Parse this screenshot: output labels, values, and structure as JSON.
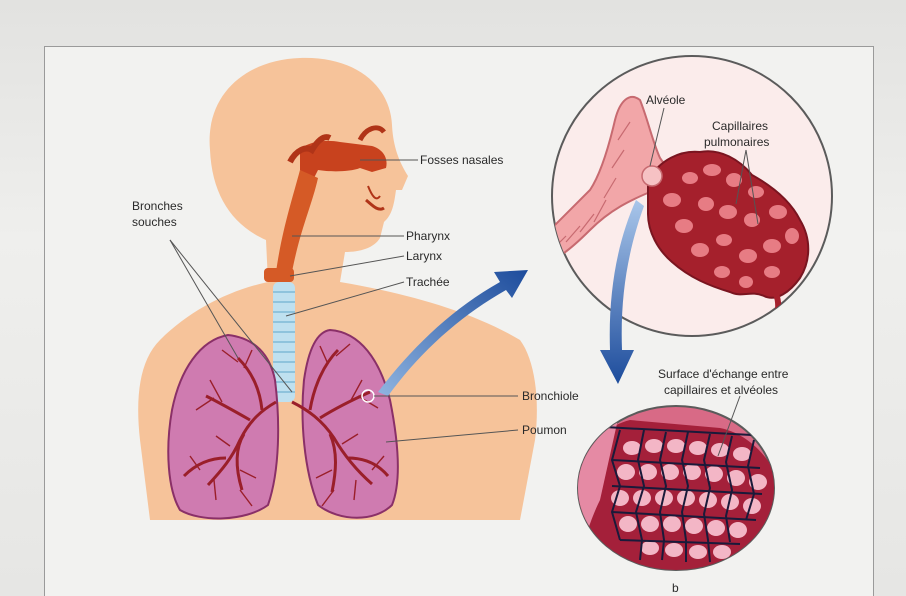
{
  "labels": {
    "fosses_nasales": "Fosses nasales",
    "pharynx": "Pharynx",
    "larynx": "Larynx",
    "trachee": "Trachée",
    "bronches_souches_1": "Bronches",
    "bronches_souches_2": "souches",
    "bronchiole": "Bronchiole",
    "poumon": "Poumon",
    "alveole": "Alvéole",
    "capillaires_1": "Capillaires",
    "capillaires_2": "pulmonaires",
    "surface_1": "Surface d'échange entre",
    "surface_2": "capillaires et alvéoles",
    "panel_letter": "b"
  },
  "colors": {
    "skin": "#f6c39a",
    "airway": "#c8421e",
    "trachea": "#bfe0ef",
    "lung": "#b04a8a",
    "lung_light": "#cf7bb0",
    "bronchi": "#9a1f2a",
    "alveoli": "#a5202c",
    "capillary_net": "#1a1a3a",
    "arrow": "#1f4fa0"
  }
}
